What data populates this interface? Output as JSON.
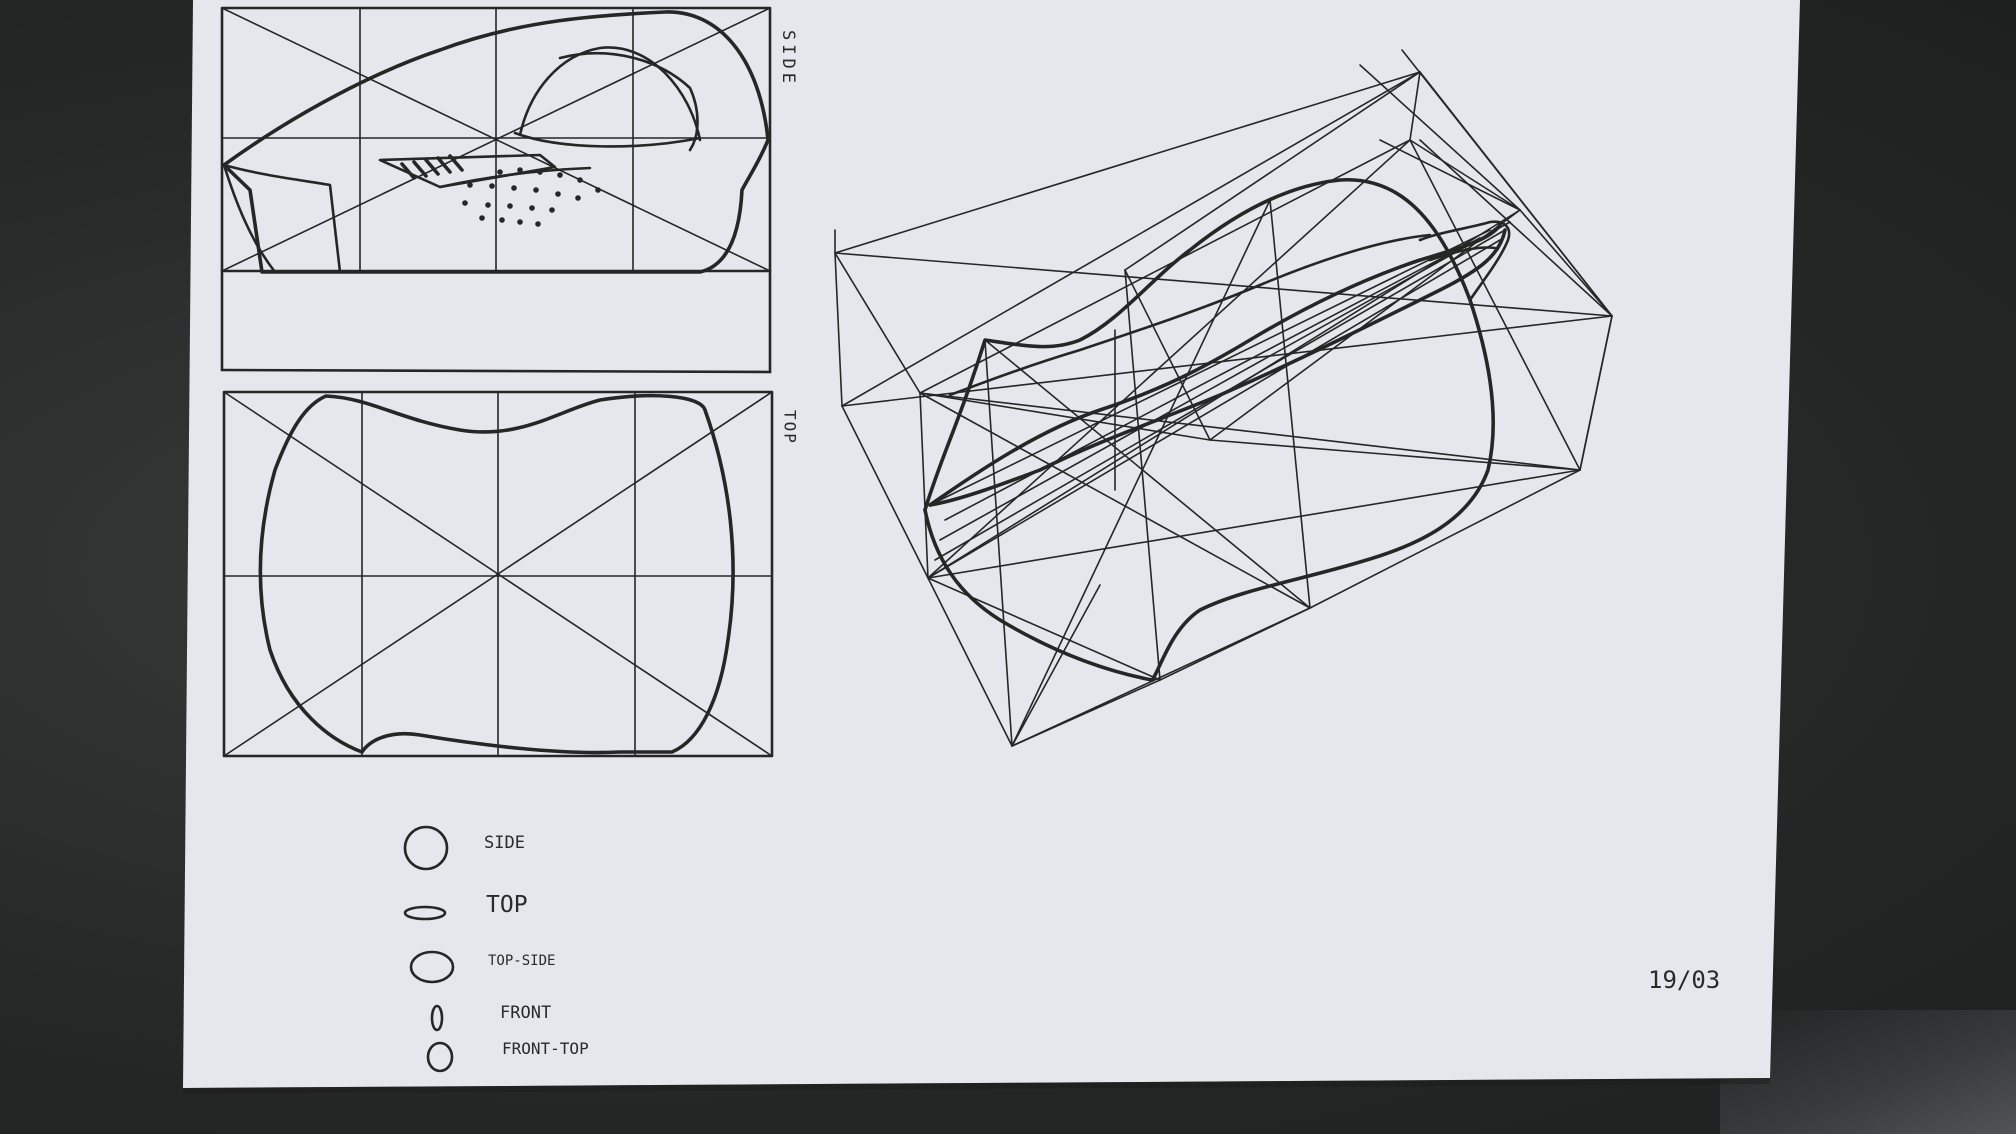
{
  "views": {
    "side_label": "SIDE",
    "top_label": "TOP"
  },
  "legend": {
    "items": [
      {
        "label": "SIDE"
      },
      {
        "label": "TOP"
      },
      {
        "label": "TOP-SIDE"
      },
      {
        "label": "FRONT"
      },
      {
        "label": "FRONT-TOP"
      }
    ]
  },
  "date": "19/03",
  "colors": {
    "paper": "#e6e7ec",
    "ink": "#262626",
    "table": "#2a2c2c"
  }
}
